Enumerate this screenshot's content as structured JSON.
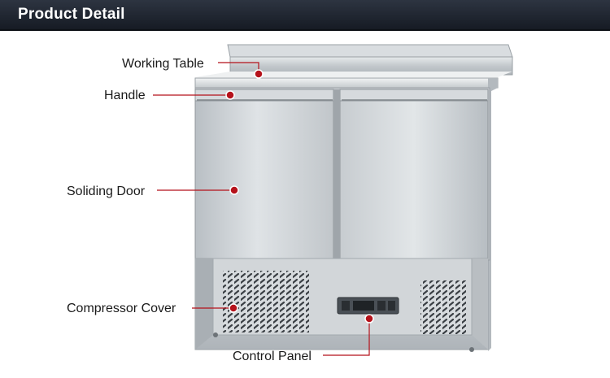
{
  "header": {
    "title": "Product Detail"
  },
  "callouts": [
    {
      "id": "working-table",
      "label": "Working Table"
    },
    {
      "id": "handle",
      "label": "Handle"
    },
    {
      "id": "soliding-door",
      "label": "Soliding Door"
    },
    {
      "id": "compressor-cover",
      "label": "Compressor Cover"
    },
    {
      "id": "control-panel",
      "label": "Control Panel"
    }
  ],
  "colors": {
    "header_bg": "#1e2430",
    "leader_line": "#b5121b",
    "steel": "#c9ced2"
  }
}
